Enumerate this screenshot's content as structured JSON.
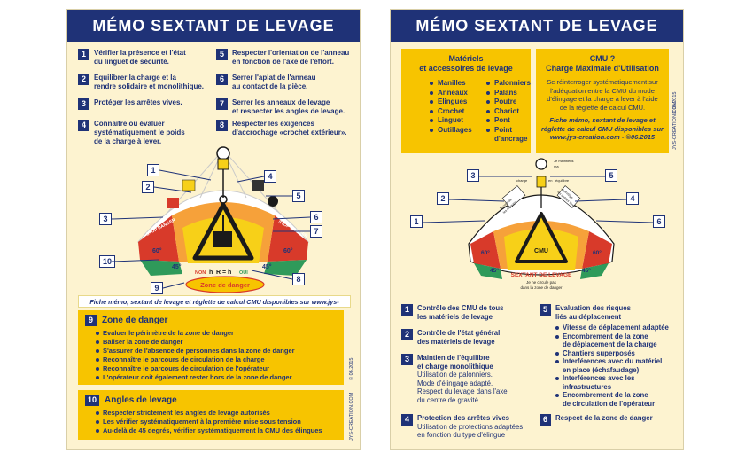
{
  "left": {
    "title": "MÉMO SEXTANT DE LEVAGE",
    "steps": [
      {
        "n": "1",
        "lines": [
          "Vérifier la présence et l'état",
          "du linguet de sécurité."
        ]
      },
      {
        "n": "2",
        "lines": [
          "Equilibrer la charge et la",
          "rendre solidaire et monolithique."
        ]
      },
      {
        "n": "3",
        "lines": [
          "Protéger les arrêtes vives."
        ]
      },
      {
        "n": "4",
        "lines": [
          "Connaître ou évaluer",
          "systématiquement le poids",
          "de la charge à lever."
        ]
      },
      {
        "n": "5",
        "lines": [
          "Respecter l'orientation de l'anneau",
          "en fonction de l'axe de l'effort."
        ]
      },
      {
        "n": "6",
        "lines": [
          "Serrer l'aplat de l'anneau",
          "au contact de la pièce."
        ]
      },
      {
        "n": "7",
        "lines": [
          "Serrer les anneaux de levage",
          "et respecter les angles de levage."
        ]
      },
      {
        "n": "8",
        "lines": [
          "Respecter les exigences",
          "d'accrochage «crochet extérieur»."
        ]
      }
    ],
    "diagram": {
      "callouts": [
        "1",
        "2",
        "3",
        "4",
        "5",
        "6",
        "7",
        "8",
        "9",
        "10"
      ],
      "stop_left": "STOP DANGER",
      "stop_right": "STOP DANGER",
      "angle_60_left": "60°",
      "angle_60_right": "60°",
      "angle_45_left": "45°",
      "angle_45_right": "45°",
      "non": "NON",
      "oui": "OUI",
      "h_label": "h",
      "formula": "R = h",
      "r_label": "R",
      "zone": "Zone de danger"
    },
    "info_band": "Fiche mémo, sextant de levage et réglette de calcul CMU disponibles sur www.jys-creation.com",
    "box9": {
      "n": "9",
      "title": "Zone de danger",
      "items": [
        "Evaluer le périmètre de la zone de danger",
        "Baliser la zone de danger",
        "S'assurer de l'absence de personnes dans la zone de danger",
        "Reconnaître le parcours de circulation de la charge",
        "Reconnaître le parcours de circulation de l'opérateur",
        "L'opérateur doit également rester hors de la zone de danger"
      ]
    },
    "box10": {
      "n": "10",
      "title": "Angles de levage",
      "items": [
        "Respecter strictement les angles de levage autorisés",
        "Les vérifier systématiquement à la première mise sous tension",
        "Au-delà de 45 degrés, vérifier systématiquement la CMU des élingues"
      ]
    },
    "vertical_top": "© 06.2015",
    "vertical_bottom": "JYS-CREATION.COM"
  },
  "right": {
    "title": "MÉMO SEXTANT DE LEVAGE",
    "materials": {
      "title_line1": "Matériels",
      "title_line2": "et accessoires de levage",
      "col1": [
        "Manilles",
        "Anneaux",
        "Elingues",
        "Crochet",
        "Linguet",
        "Outillages"
      ],
      "col2": [
        "Palonniers",
        "Palans",
        "Poutre",
        "Chariot",
        "Pont",
        "Point d'ancrage"
      ]
    },
    "cmu": {
      "title_line1": "CMU ?",
      "title_line2": "Charge Maximale d'Utilisation",
      "body": [
        "Se réinterroger systématiquement sur",
        "l'adéquation entre la CMU du mode",
        "d'élingage et la charge à lever à l'aide",
        "de la réglette de calcul CMU."
      ],
      "italic": [
        "Fiche mémo, sextant de levage et",
        "réglette de calcul CMU disponibles sur",
        "www.jys-creation.com - ©06.2015"
      ]
    },
    "diagram": {
      "callouts": [
        "1",
        "2",
        "3",
        "4",
        "5",
        "6"
      ],
      "top_text": [
        "Je maintiens",
        "ma",
        "charge",
        "en",
        "équilibre"
      ],
      "left_text": [
        "Je contrôle",
        "les élingues"
      ],
      "right_text": [
        "Je protège",
        "les arrêtes vives"
      ],
      "angle_60_left": "60°",
      "angle_60_right": "60°",
      "angle_45_left": "45°",
      "angle_45_right": "45°",
      "center_label": "CMU",
      "brand": "SEXTANT DE LEVAGE",
      "bottom_text": [
        "Je ne circule pas",
        "dans la zone de danger"
      ]
    },
    "steps": [
      {
        "n": "1",
        "head": [
          "Contrôle des CMU de tous",
          "les matériels de levage"
        ],
        "sub": [],
        "items": []
      },
      {
        "n": "2",
        "head": [
          "Contrôle de l'état général",
          "des matériels de levage"
        ],
        "sub": [],
        "items": []
      },
      {
        "n": "3",
        "head": [
          "Maintien de l'équilibre",
          "et charge monolithique"
        ],
        "sub": [
          "Utilisation de palonniers.",
          "Mode d'élingage adapté.",
          "Respect du levage dans l'axe",
          "du centre de gravité."
        ],
        "items": []
      },
      {
        "n": "4",
        "head": [
          "Protection des arrêtes vives"
        ],
        "sub": [
          "Utilisation de protections adaptées",
          "en fonction du type d'élingue"
        ],
        "items": []
      },
      {
        "n": "5",
        "head": [
          "Evaluation des risques",
          "liés au déplacement"
        ],
        "sub": [],
        "items": [
          "Vitesse de déplacement adaptée",
          "Encombrement de la zone|de déplacement de la charge",
          "Chantiers superposés",
          "Interférences avec du matériel|en place (échafaudage)",
          "Interférences avec les infrastructures",
          "Encombrement de la zone|de circulation de l'opérateur"
        ]
      },
      {
        "n": "6",
        "head": [
          "Respect de la zone de danger"
        ],
        "sub": [],
        "items": []
      }
    ],
    "vertical_top": "© 06.2015",
    "vertical_bottom": "JYS-CREATION.COM"
  }
}
